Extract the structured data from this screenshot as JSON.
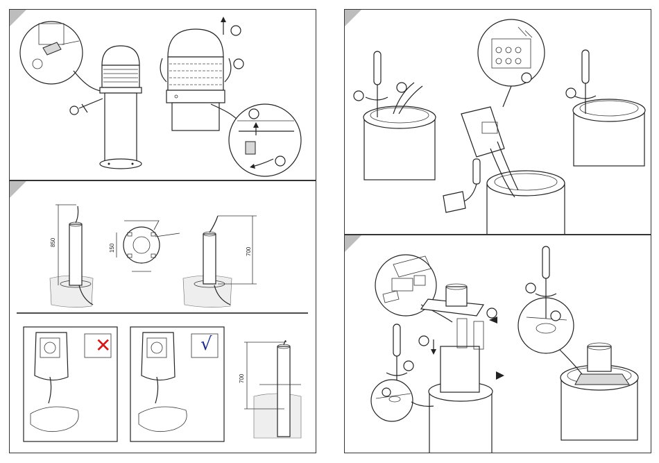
{
  "panels": {
    "p1": {
      "name": "panel-remove-lamp-head"
    },
    "p2": {
      "name": "panel-installation-dimensions"
    },
    "p3": {
      "name": "panel-wiring"
    },
    "p4": {
      "name": "panel-reassembly"
    }
  },
  "dimensions": {
    "height_total": "850",
    "diameter": "150",
    "height_above_ground": "700",
    "height_above_ground_2": "700"
  },
  "marks": {
    "wrong": "✕",
    "right": "√"
  }
}
